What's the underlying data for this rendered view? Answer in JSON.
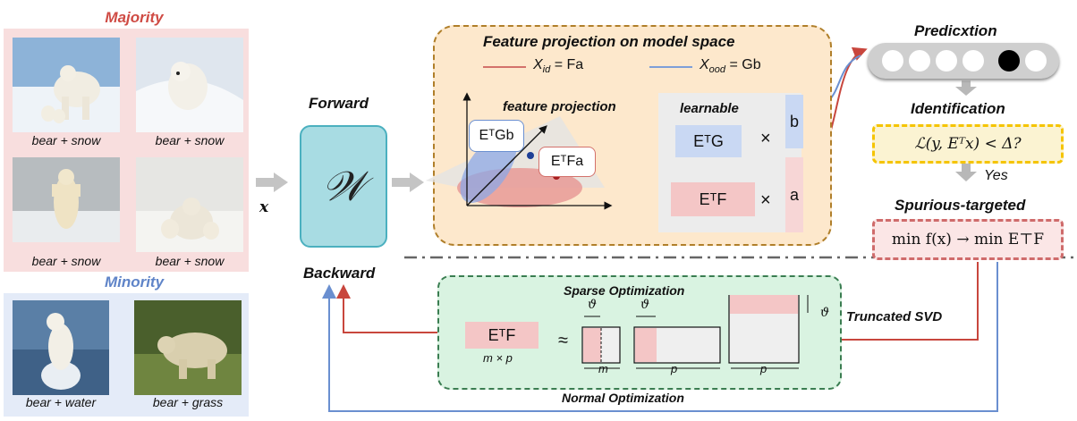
{
  "majority": {
    "title": "Majority",
    "captions": [
      "bear + snow",
      "bear + snow",
      "bear + snow",
      "bear + snow"
    ]
  },
  "minority": {
    "title": "Minority",
    "captions": [
      "bear + water",
      "bear + grass"
    ]
  },
  "input_label": "x",
  "forward_label": "Forward",
  "backward_label": "Backward",
  "weight_symbol": "𝒲",
  "feature_panel": {
    "title": "Feature projection on model space",
    "legend_id": "X",
    "legend_id_sub": "id",
    "legend_id_rhs": "= Fa",
    "legend_ood": "X",
    "legend_ood_sub": "ood",
    "legend_ood_rhs": "= Gb",
    "projection_label": "feature projection",
    "learnable_label": "learnable",
    "etgb": "EᵀGb",
    "etfa": "EᵀFa",
    "etg": "EᵀG",
    "etf": "EᵀF",
    "times": "×",
    "b": "b",
    "a": "a"
  },
  "prediction": {
    "title": "Predicxtion",
    "dots": 6,
    "active_index": 4
  },
  "identification": {
    "title": "Identification",
    "condition": "ℒ(y, Eᵀx) < Δ?",
    "yes": "Yes"
  },
  "spurious": {
    "title": "Spurious-targeted",
    "formula": "min f(x) → min E⊤F"
  },
  "sparse": {
    "title": "Sparse Optimization",
    "etf": "EᵀF",
    "dims": "m × p",
    "approx": "≈",
    "theta": "ϑ",
    "m": "m",
    "p": "p"
  },
  "truncated_svd": "Truncated SVD",
  "normal_opt": "Normal Optimization",
  "colors": {
    "red_arrow": "#c8463d",
    "blue_arrow": "#6a8fd0",
    "grey_arrow": "#bdbdbd"
  }
}
